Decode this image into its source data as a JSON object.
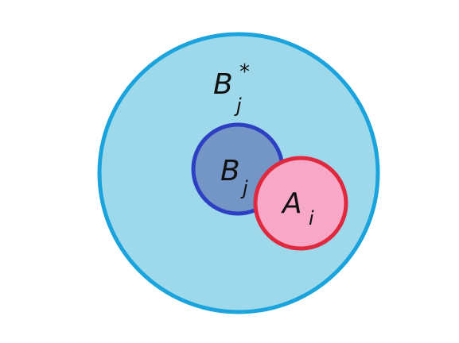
{
  "diagram": {
    "sets": [
      {
        "id": "outer",
        "label": {
          "base": "B",
          "sub": "j",
          "sup": "*"
        },
        "fill": "#9dd9ea",
        "stroke": "#1aa3dc"
      },
      {
        "id": "inner",
        "label": {
          "base": "B",
          "sub": "j"
        },
        "fill": "#7396c6",
        "stroke": "#2d3fc2"
      },
      {
        "id": "pink",
        "label": {
          "base": "A",
          "sub": "i"
        },
        "fill": "#f7a8c6",
        "stroke": "#e0293f"
      }
    ]
  }
}
